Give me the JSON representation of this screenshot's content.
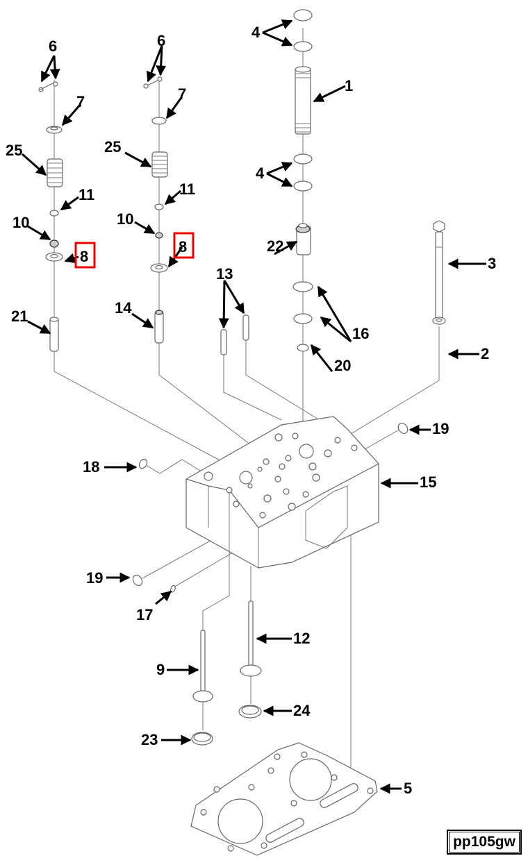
{
  "diagram": {
    "type": "exploded parts diagram",
    "subject": "cylinder head assembly",
    "reference_code": "pp105gw",
    "highlight_color": "#e00000",
    "highlighted_callouts": [
      "8"
    ],
    "callouts": [
      {
        "id": "c6a",
        "label": "6"
      },
      {
        "id": "c7a",
        "label": "7"
      },
      {
        "id": "c25a",
        "label": "25"
      },
      {
        "id": "c11a",
        "label": "11"
      },
      {
        "id": "c10a",
        "label": "10"
      },
      {
        "id": "c8a",
        "label": "8"
      },
      {
        "id": "c21",
        "label": "21"
      },
      {
        "id": "c6b",
        "label": "6"
      },
      {
        "id": "c7b",
        "label": "7"
      },
      {
        "id": "c25b",
        "label": "25"
      },
      {
        "id": "c11b",
        "label": "11"
      },
      {
        "id": "c10b",
        "label": "10"
      },
      {
        "id": "c8b",
        "label": "8"
      },
      {
        "id": "c14",
        "label": "14"
      },
      {
        "id": "c13",
        "label": "13"
      },
      {
        "id": "c4a",
        "label": "4"
      },
      {
        "id": "c1",
        "label": "1"
      },
      {
        "id": "c4b",
        "label": "4"
      },
      {
        "id": "c22",
        "label": "22"
      },
      {
        "id": "c16",
        "label": "16"
      },
      {
        "id": "c20",
        "label": "20"
      },
      {
        "id": "c3",
        "label": "3"
      },
      {
        "id": "c2",
        "label": "2"
      },
      {
        "id": "c19a",
        "label": "19"
      },
      {
        "id": "c18",
        "label": "18"
      },
      {
        "id": "c15",
        "label": "15"
      },
      {
        "id": "c19b",
        "label": "19"
      },
      {
        "id": "c17",
        "label": "17"
      },
      {
        "id": "c12",
        "label": "12"
      },
      {
        "id": "c9",
        "label": "9"
      },
      {
        "id": "c24",
        "label": "24"
      },
      {
        "id": "c23",
        "label": "23"
      },
      {
        "id": "c5",
        "label": "5"
      }
    ]
  }
}
